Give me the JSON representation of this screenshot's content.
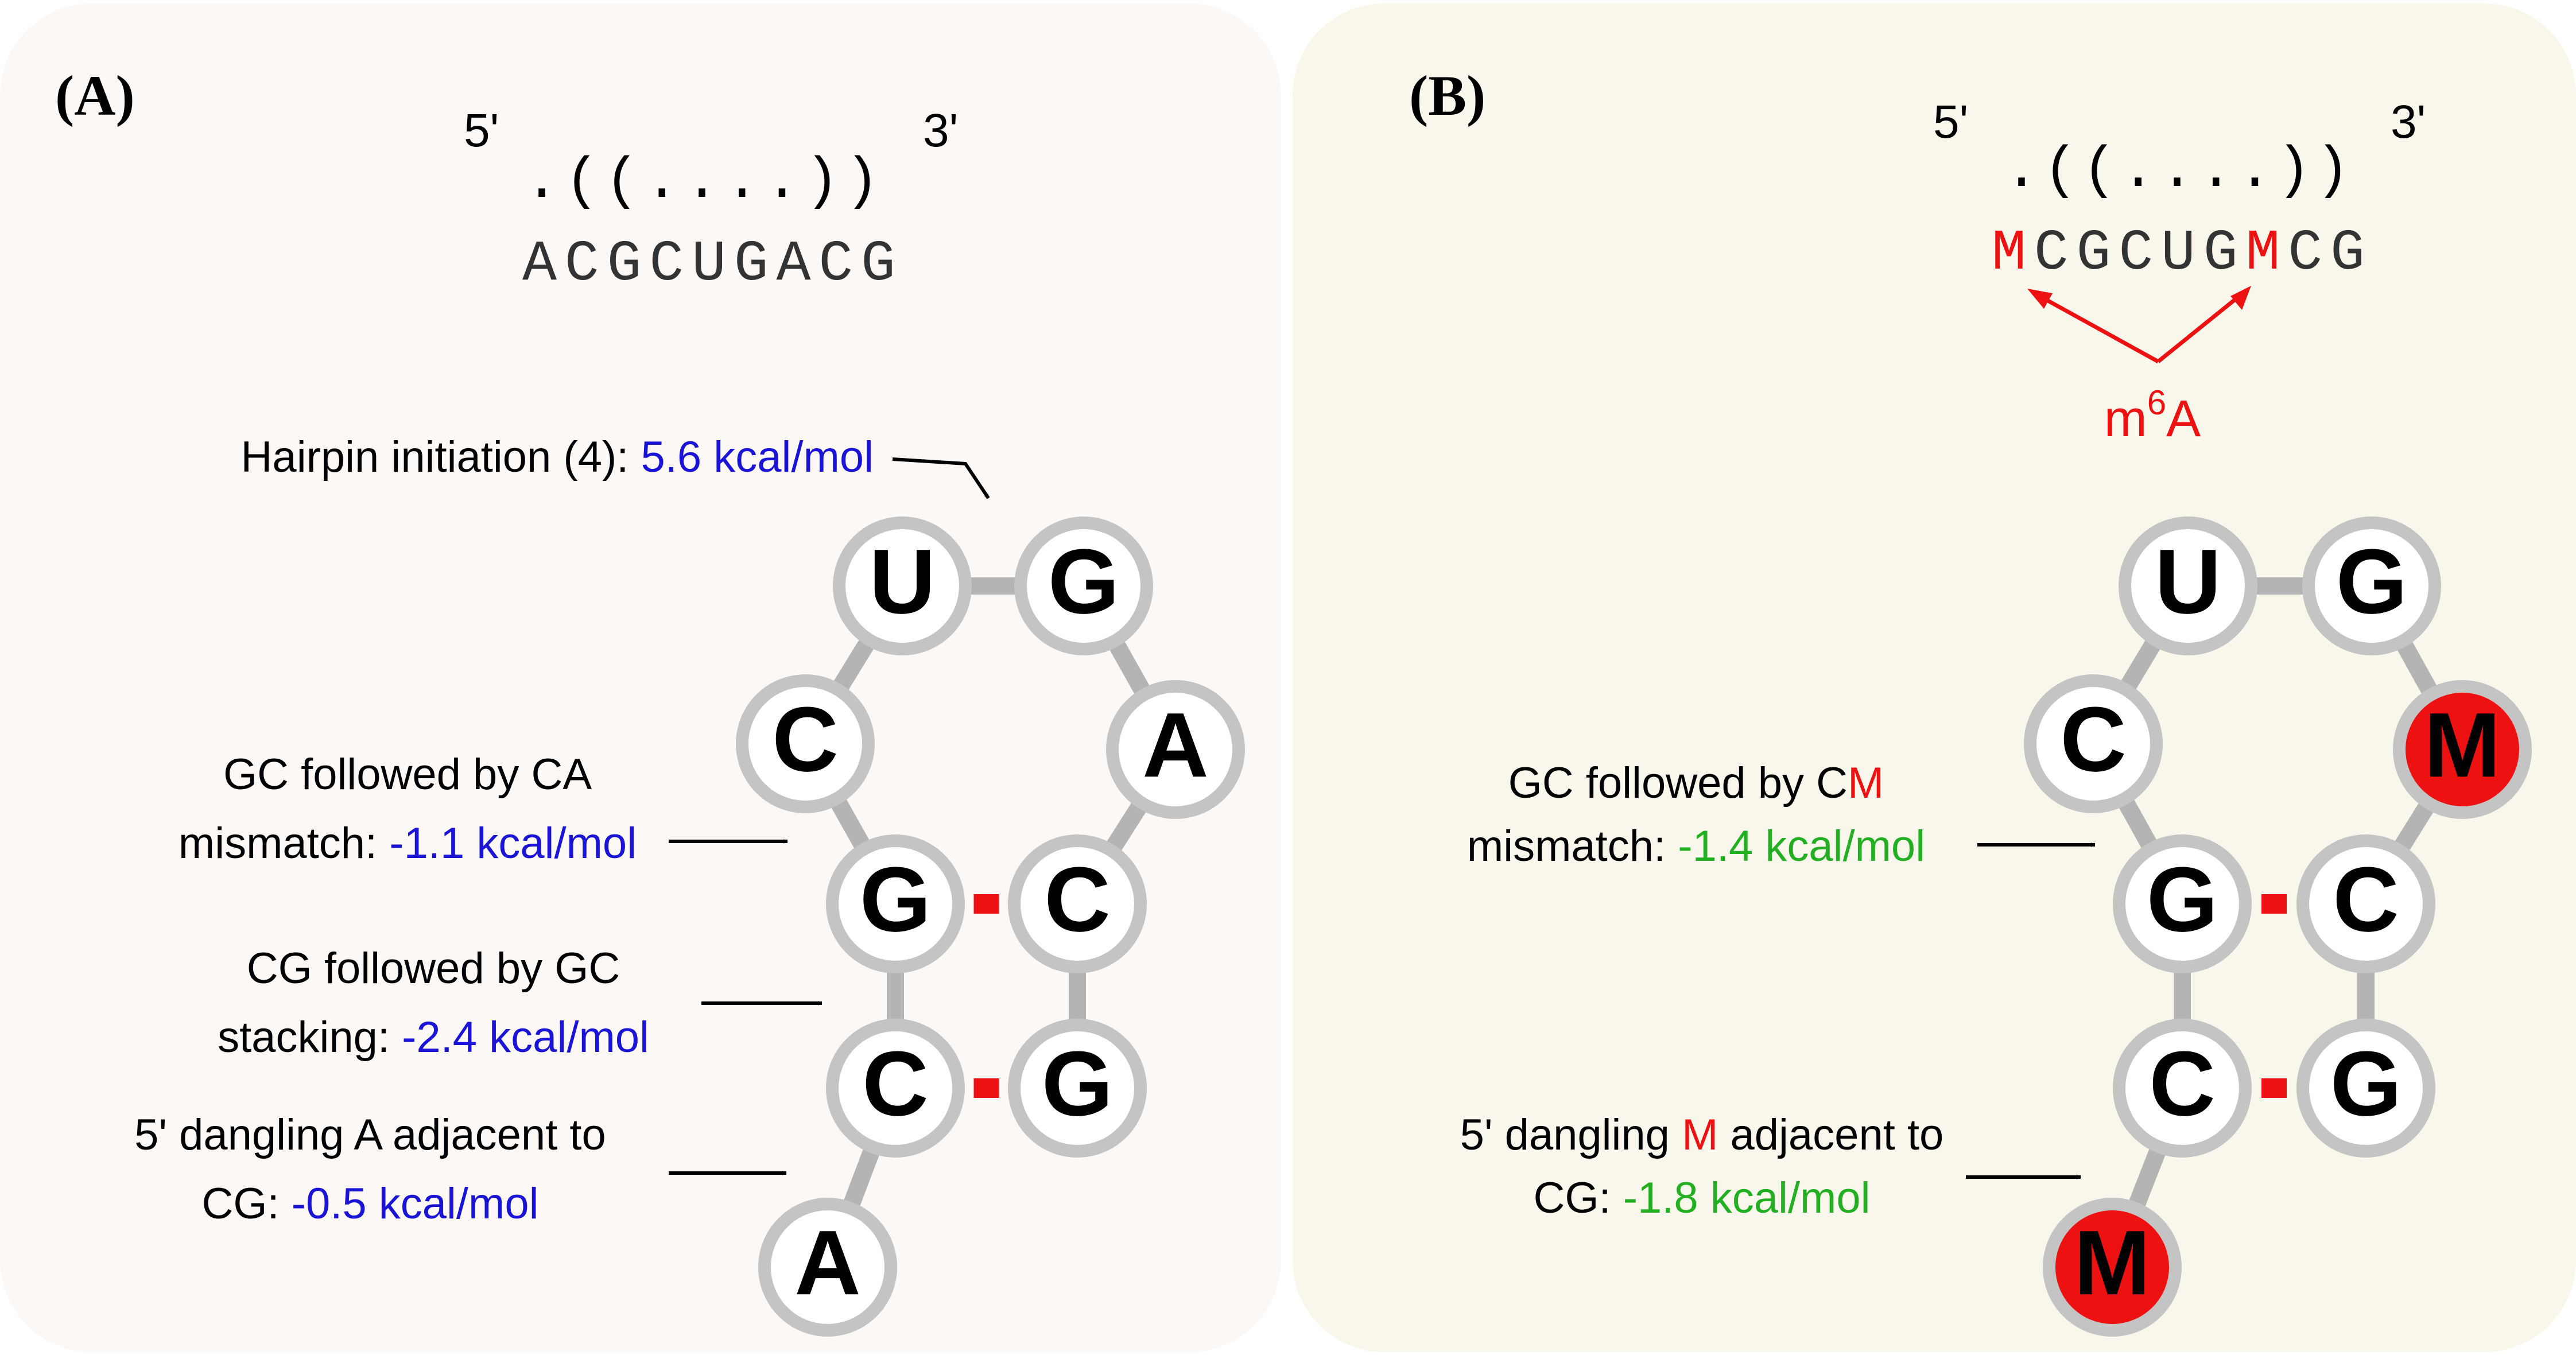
{
  "colors": {
    "energy_blue": "#1a14d6",
    "energy_green": "#22b022",
    "m6a_red": "#ee1111",
    "node_stroke": "#c4c4c4",
    "backbone": "#b4b4b4",
    "pair": "#ee1111",
    "panel_a_bg": "#fcf8f5",
    "panel_b_bg": "#f9f7ec"
  },
  "panel_a": {
    "label": "(A)",
    "five_prime": "5'",
    "three_prime": "3'",
    "dot_bracket": ".((....))",
    "sequence": "ACGCUGACG",
    "annotations": {
      "hairpin_text": "Hairpin initiation (4): ",
      "hairpin_energy": "5.6 kcal/mol",
      "mismatch_line1": "GC followed by CA",
      "mismatch_line2": "mismatch: ",
      "mismatch_energy": "-1.1 kcal/mol",
      "stacking_line1": "CG followed by GC",
      "stacking_line2": "stacking: ",
      "stacking_energy": "-2.4 kcal/mol",
      "dangling_line1": "5' dangling A adjacent to",
      "dangling_line2": "CG: ",
      "dangling_energy": "-0.5 kcal/mol"
    },
    "nodes": [
      "A",
      "C",
      "G",
      "C",
      "U",
      "G",
      "A",
      "C",
      "G"
    ]
  },
  "panel_b": {
    "label": "(B)",
    "five_prime": "5'",
    "three_prime": "3'",
    "dot_bracket": ".((....))",
    "sequence_parts": [
      "M",
      "CGCUG",
      "M",
      "CG"
    ],
    "modification_label_base": "m",
    "modification_label_sup": "6",
    "modification_label_tail": "A",
    "annotations": {
      "mismatch_line1_a": "GC followed by C",
      "mismatch_line1_m": "M",
      "mismatch_line2": "mismatch: ",
      "mismatch_energy": "-1.4 kcal/mol",
      "dangling_line1_a": "5' dangling ",
      "dangling_line1_m": "M",
      "dangling_line1_b": " adjacent to",
      "dangling_line2": "CG: ",
      "dangling_energy": "-1.8 kcal/mol"
    },
    "nodes": [
      "M",
      "C",
      "G",
      "C",
      "U",
      "G",
      "M",
      "C",
      "G"
    ]
  }
}
